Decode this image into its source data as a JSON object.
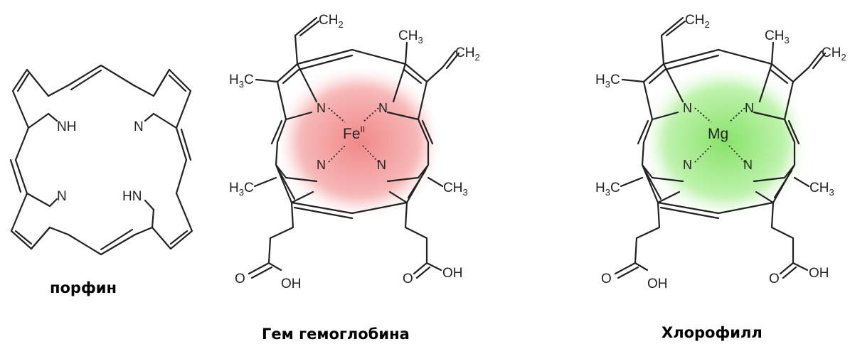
{
  "colors": {
    "heme_glow": "#f08080",
    "chlorophyll_glow": "#80e060",
    "bond": "#222222"
  },
  "porphin": {
    "caption": "порфин",
    "labels": {
      "nh_top": "NH",
      "n_top": "N",
      "n_bottom": "N",
      "hn_bottom": "HN"
    }
  },
  "heme": {
    "caption": "Гем гемоглобина",
    "metal": "Fe",
    "metal_charge": "II",
    "labels": {
      "vinyl1": "CH",
      "vinyl1_sub": "2",
      "methyl_top": "CH",
      "methyl_top_sub": "3",
      "vinyl2": "CH",
      "vinyl2_sub": "2",
      "methyl_left_top": "C",
      "methyl_left_top_h": "H",
      "methyl_left_top_sub": "3",
      "methyl_left_bottom": "C",
      "methyl_left_bottom_h": "H",
      "methyl_left_bottom_sub": "3",
      "methyl_right_bottom": "CH",
      "methyl_right_bottom_sub": "3",
      "n1": "N",
      "n2": "N",
      "n3": "N",
      "n4": "N",
      "o1": "O",
      "oh1": "OH",
      "o2": "O",
      "oh2": "OH"
    }
  },
  "chlorophyll": {
    "caption": "Хлорофилл",
    "metal": "Mg",
    "labels": {
      "vinyl1": "CH",
      "vinyl1_sub": "2",
      "methyl_top": "CH",
      "methyl_top_sub": "3",
      "vinyl2": "CH",
      "vinyl2_sub": "2",
      "methyl_left_top": "C",
      "methyl_left_top_h": "H",
      "methyl_left_top_sub": "3",
      "methyl_left_bottom": "C",
      "methyl_left_bottom_h": "H",
      "methyl_left_bottom_sub": "3",
      "methyl_right_bottom": "CH",
      "methyl_right_bottom_sub": "3",
      "n1": "N",
      "n2": "N",
      "n3": "N",
      "n4": "N",
      "o1": "O",
      "oh1": "OH",
      "o2": "O",
      "oh2": "OH"
    }
  }
}
